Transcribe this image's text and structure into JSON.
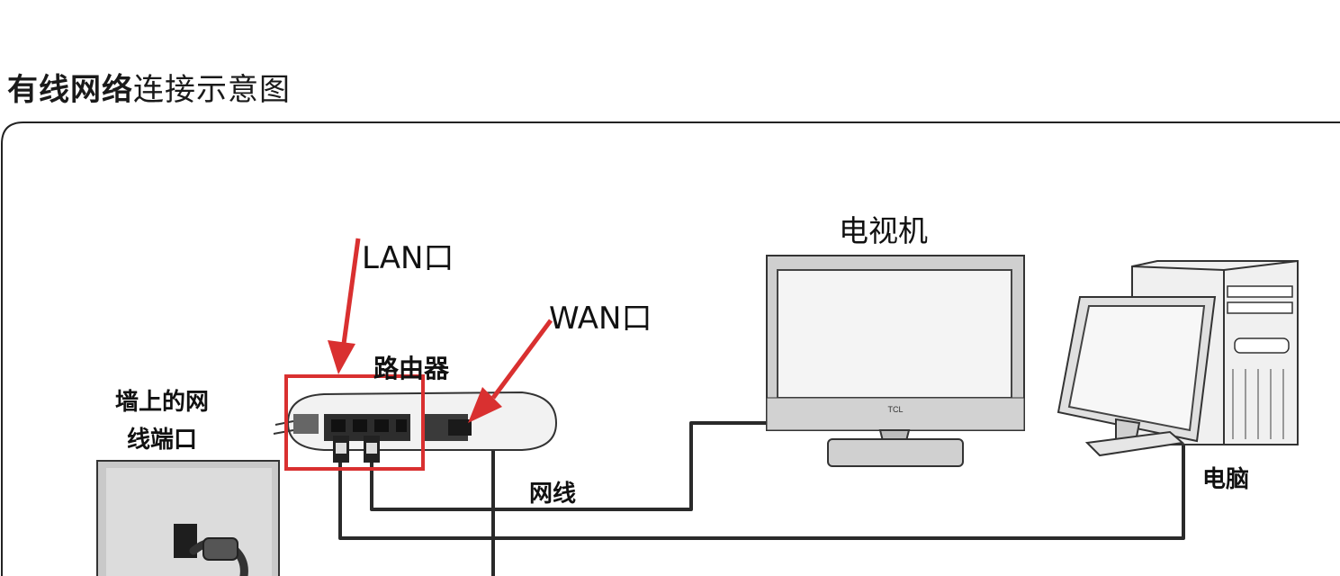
{
  "title": {
    "bold_part": "有线网络",
    "normal_part": "连接示意图"
  },
  "labels": {
    "tv": "电视机",
    "lan": "LAN口",
    "wan": "WAN口",
    "router": "路由器",
    "wall_line1": "墙上的网",
    "wall_line2": "线端口",
    "cable": "网线",
    "pc": "电脑"
  },
  "tv_brand": "TCL",
  "colors": {
    "highlight": "#d93030",
    "cable": "#2a2a2a",
    "frame": "#222222"
  }
}
